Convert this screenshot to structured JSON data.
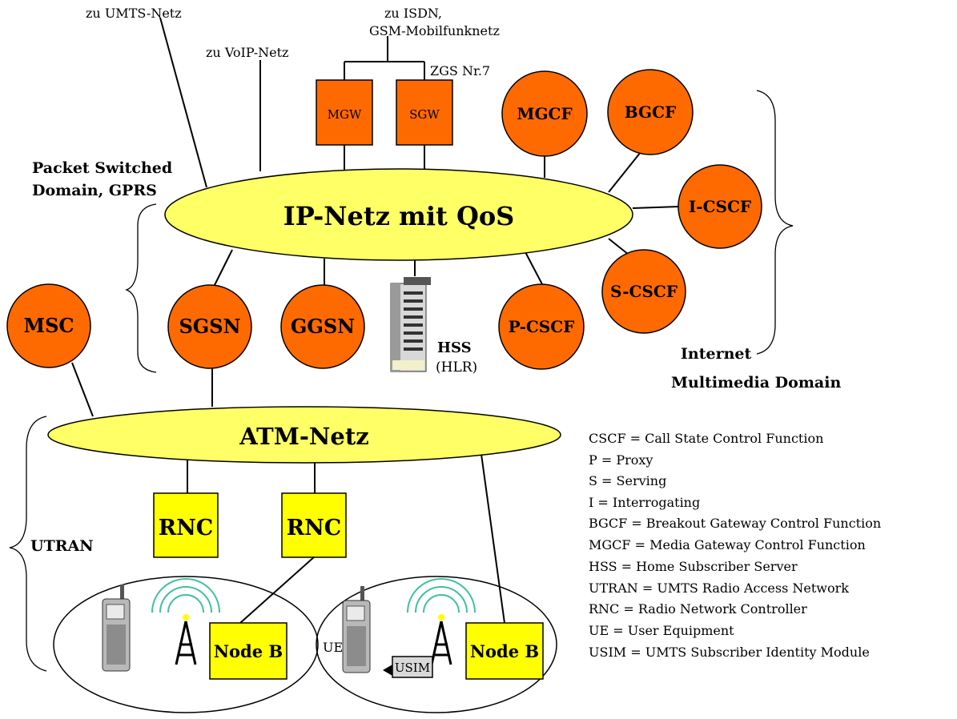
{
  "labels": {
    "zu_umts": "zu UMTS-Netz",
    "zu_voip": "zu VoIP-Netz",
    "zu_isdn_1": "zu ISDN,",
    "zu_isdn_2": "GSM-Mobilfunknetz",
    "zgs": "ZGS Nr.7",
    "psd_1": "Packet Switched",
    "psd_2": "Domain, GPRS",
    "imd_1": "Internet",
    "imd_2": "Multimedia Domain",
    "utran": "UTRAN",
    "hss_1": "HSS",
    "hss_2": "(HLR)",
    "ue": "UE"
  },
  "nodes": {
    "mgw": "MGW",
    "sgw": "SGW",
    "mgcf": "MGCF",
    "bgcf": "BGCF",
    "icscf": "I-CSCF",
    "scscf": "S-CSCF",
    "pcscf": "P-CSCF",
    "ip_netz": "IP-Netz mit QoS",
    "msc": "MSC",
    "sgsn": "SGSN",
    "ggsn": "GGSN",
    "atm_netz": "ATM-Netz",
    "rnc1": "RNC",
    "rnc2": "RNC",
    "nodeb1": "Node B",
    "nodeb2": "Node B",
    "usim": "USIM"
  },
  "legend": [
    "CSCF = Call State Control Function",
    "P = Proxy",
    "S = Serving",
    "I = Interrogating",
    "BGCF = Breakout Gateway Control Function",
    "MGCF = Media Gateway Control Function",
    "HSS = Home Subscriber Server",
    "UTRAN = UMTS Radio Access Network",
    "RNC = Radio Network Controller",
    "UE = User Equipment",
    "USIM = UMTS Subscriber Identity Module"
  ],
  "colors": {
    "node_orange": "#ff6a00",
    "network_yellow": "#ffff66",
    "box_yellow": "#ffff00",
    "radio_wave": "#40c0a0"
  }
}
